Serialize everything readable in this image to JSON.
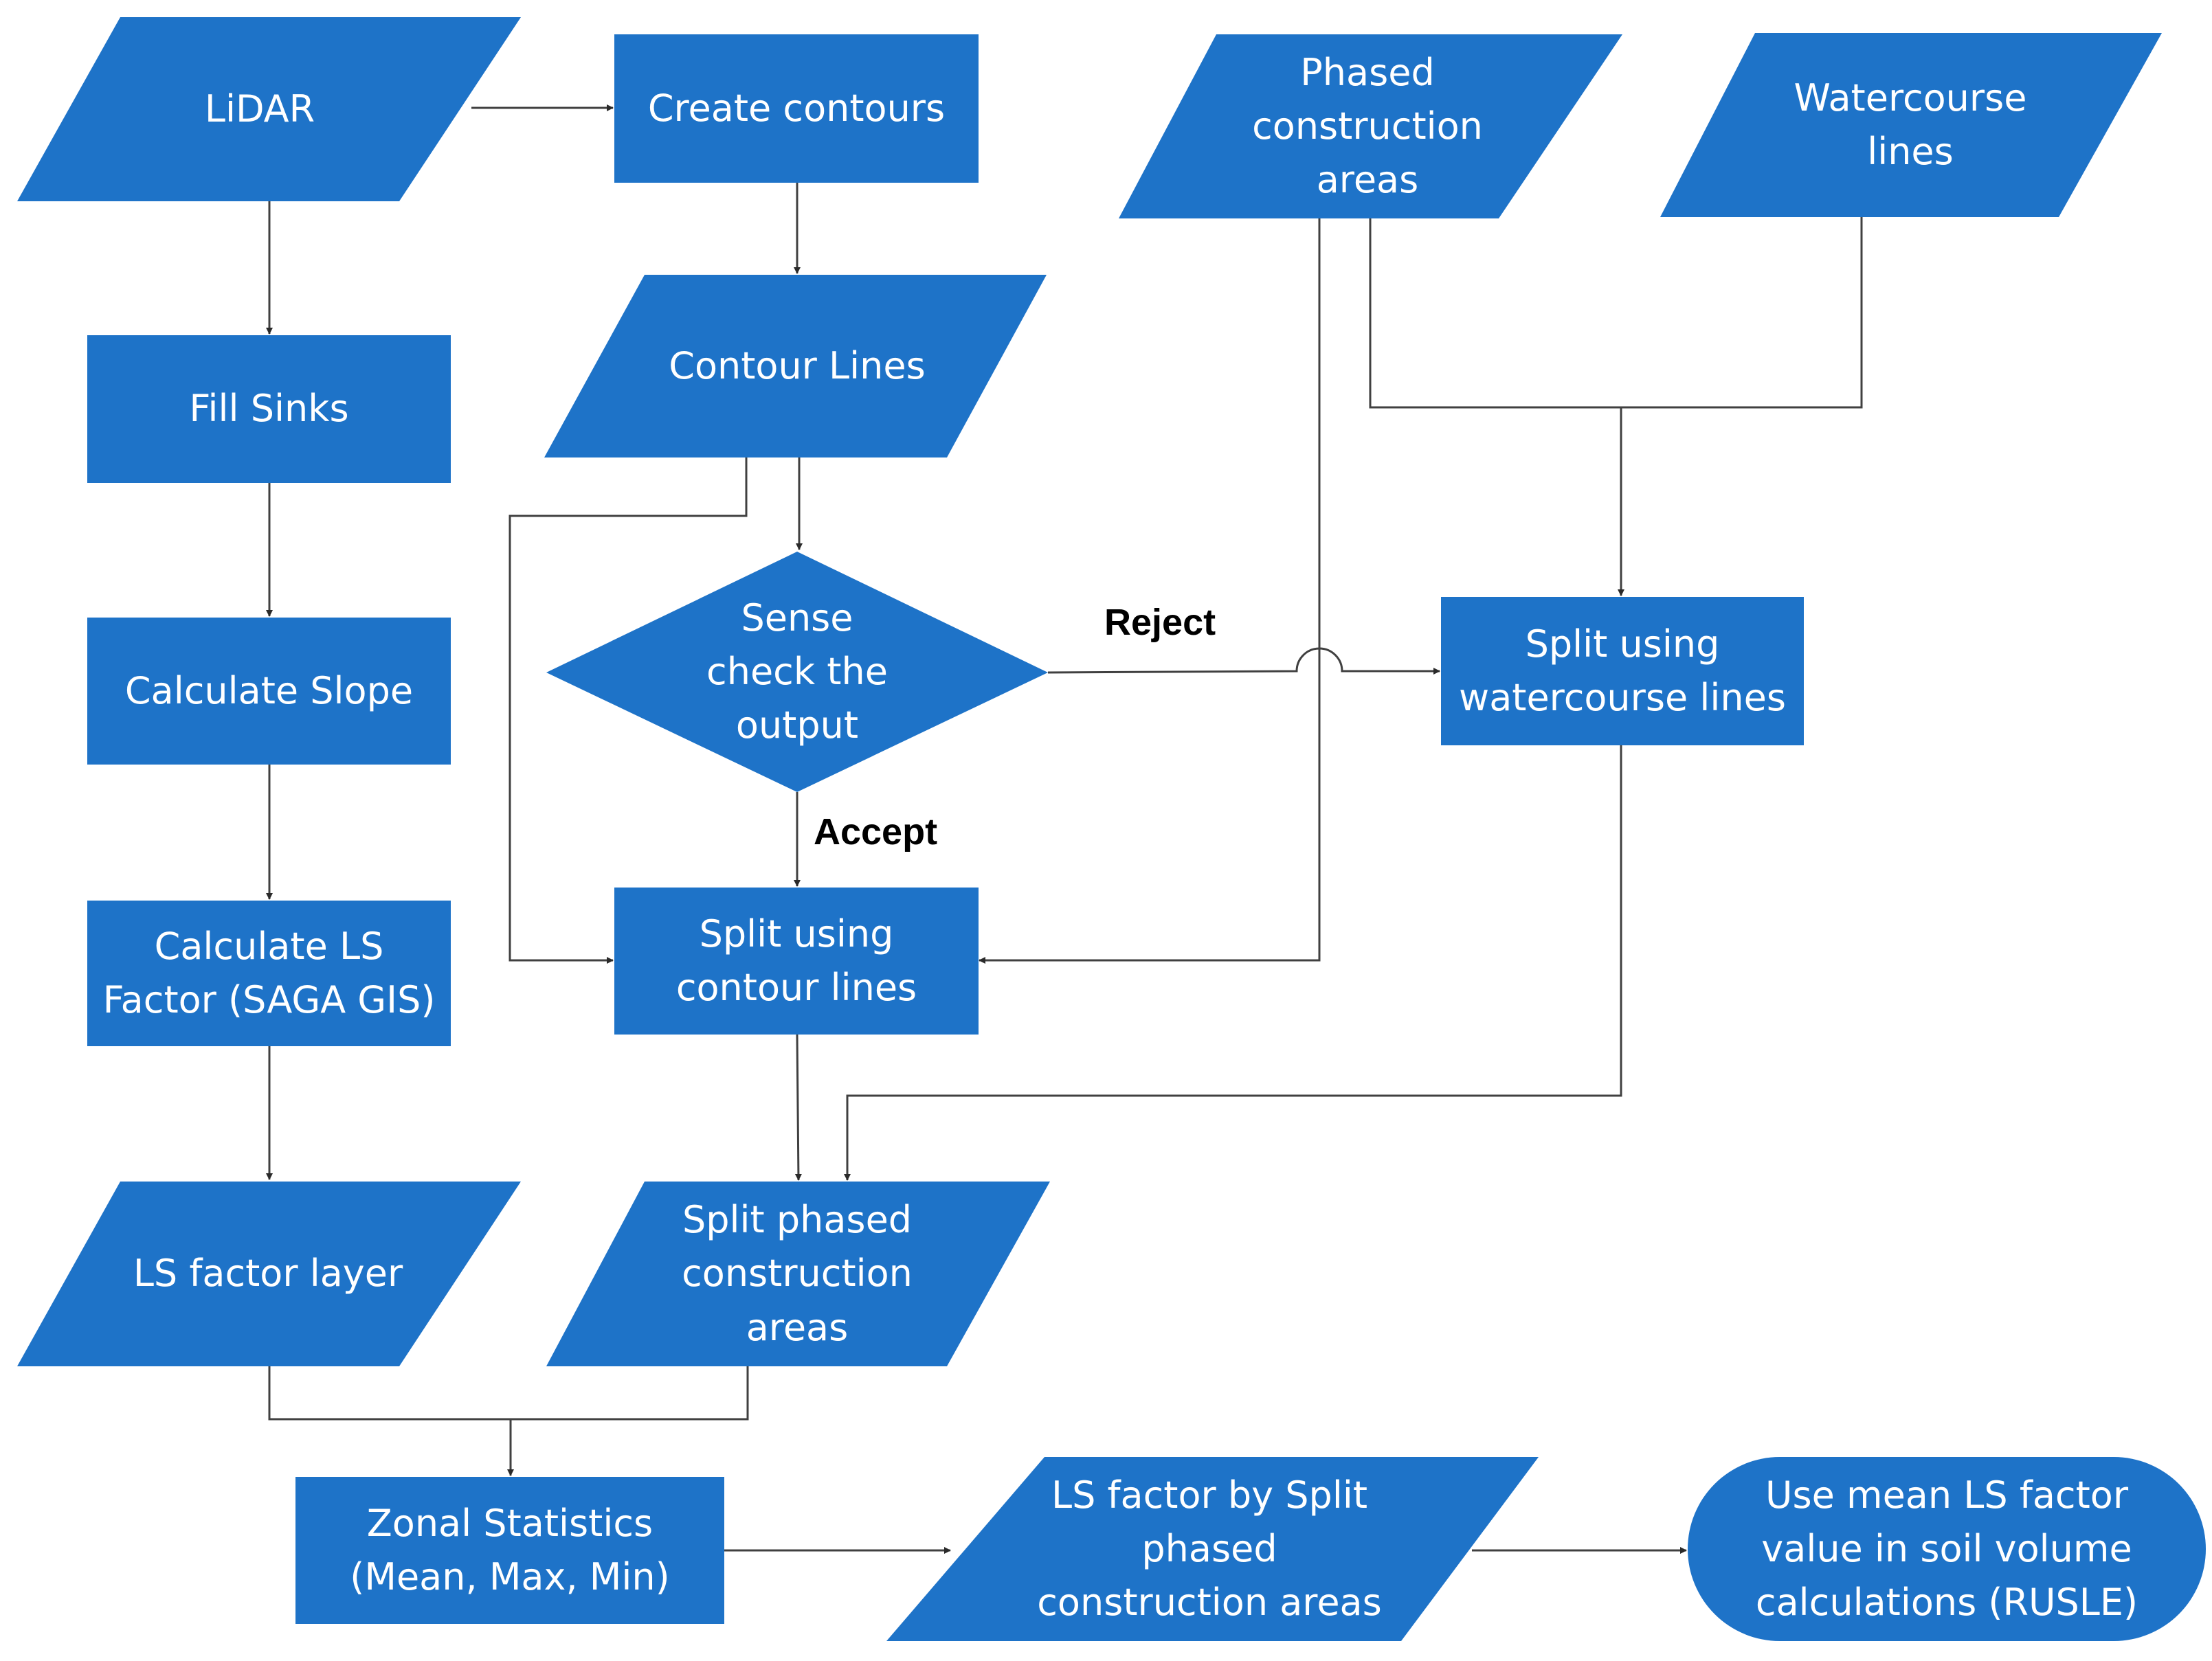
{
  "colors": {
    "shape_fill": "#1e73c8",
    "text": "#ffffff",
    "line": "#404040",
    "label": "#000000"
  },
  "nodes": {
    "lidar": "LiDAR",
    "create_contours": "Create contours",
    "phased_areas": "Phased\nconstruction\nareas",
    "watercourse_lines": "Watercourse\nlines",
    "fill_sinks": "Fill Sinks",
    "contour_lines": "Contour Lines",
    "sense_check": "Sense\ncheck the\noutput",
    "split_watercourse": "Split using\nwatercourse lines",
    "calc_slope": "Calculate Slope",
    "calc_ls": "Calculate LS\nFactor (SAGA GIS)",
    "split_contour": "Split using\ncontour lines",
    "ls_layer": "LS factor layer",
    "split_phased": "Split phased\nconstruction\nareas",
    "zonal_stats": "Zonal Statistics\n(Mean, Max, Min)",
    "ls_by_split": "LS factor by Split\nphased\nconstruction areas",
    "use_mean": "Use mean LS factor\nvalue in soil volume\ncalculations (RUSLE)"
  },
  "edge_labels": {
    "reject": "Reject",
    "accept": "Accept"
  }
}
